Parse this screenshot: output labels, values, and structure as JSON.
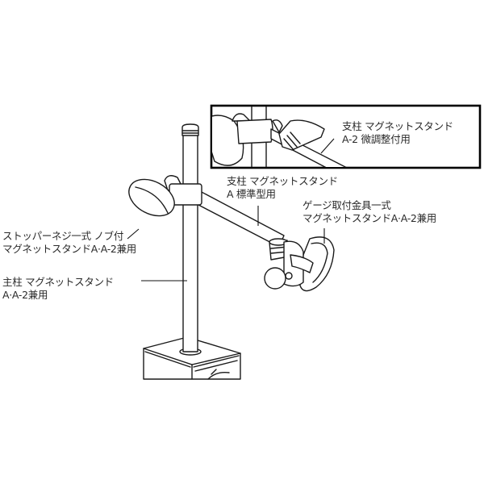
{
  "figure": {
    "description": "Magnetic stand parts diagram",
    "colors": {
      "line": "#1a1a1a",
      "text": "#2a2a2a",
      "background": "#ffffff"
    }
  },
  "labels": {
    "inset_post": {
      "line1": "支柱 マグネットスタンド",
      "line2": "A-2 微調整付用"
    },
    "post_standard": {
      "line1": "支柱 マグネットスタンド",
      "line2": "A 標準型用"
    },
    "gauge_holder": {
      "line1": "ゲージ取付金具一式",
      "line2": "マグネットスタンドA·A-2兼用"
    },
    "stopper_screw": {
      "line1": "ストッパーネジ一式 ノブ付",
      "line2": "マグネットスタンドA·A-2兼用"
    },
    "main_post": {
      "line1": "主柱 マグネットスタンド",
      "line2": "A·A-2兼用"
    }
  }
}
